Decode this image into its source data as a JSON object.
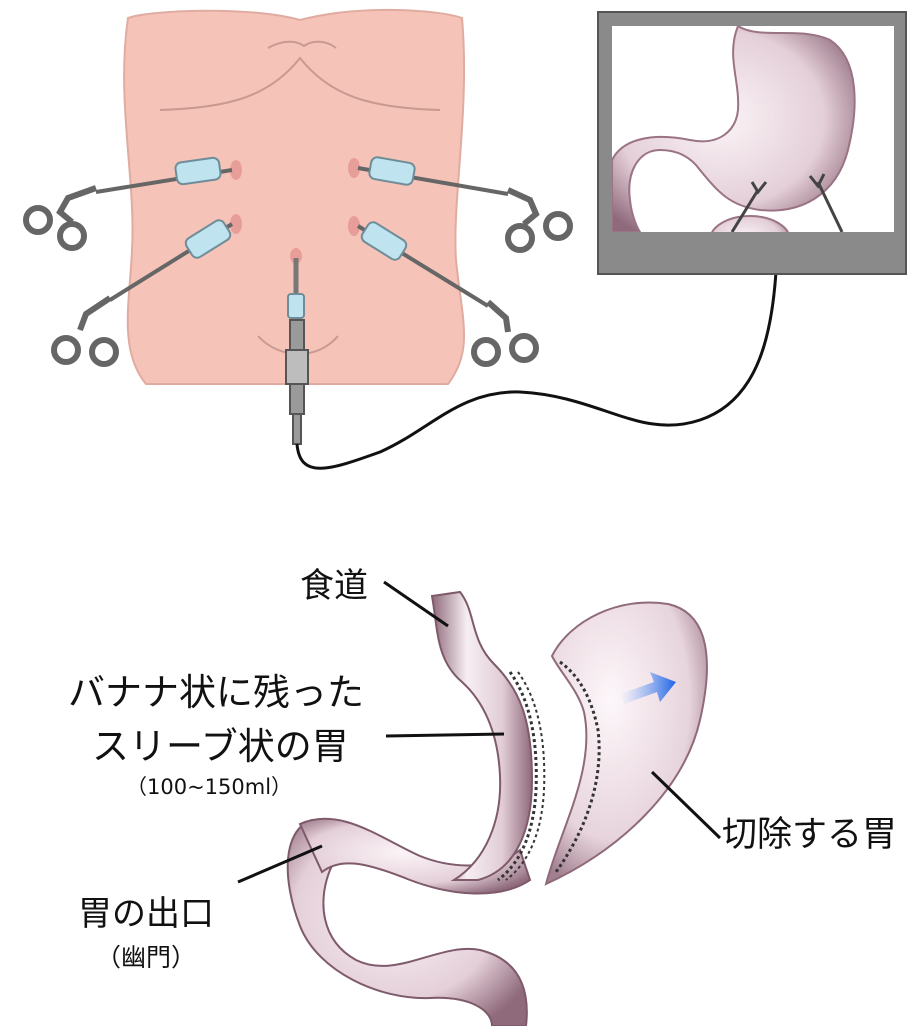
{
  "labels": {
    "esophagus": "食道",
    "sleeve_line1": "バナナ状に残った",
    "sleeve_line2": "スリーブ状の胃",
    "sleeve_volume": "（100~150ml）",
    "outlet": "胃の出口",
    "pylorus": "（幽門）",
    "removed_stomach": "切除する胃"
  },
  "colors": {
    "skin": "#f6c3b8",
    "skin_outline": "#c89a92",
    "stomach": "#e6d2d9",
    "stomach_shade": "#9a7384",
    "monitor_frame": "#8a8a8a",
    "instrument_sleeve": "#bfe3ef",
    "staple_line": "#333333",
    "arrow": "#2a6de8"
  },
  "icons": {
    "trocar_ports": "laparoscopic-port-icon",
    "graspers": "scissors-grasper-icon",
    "camera": "laparoscope-camera-icon",
    "monitor": "monitor-icon",
    "arrow": "blue-arrow-icon"
  }
}
